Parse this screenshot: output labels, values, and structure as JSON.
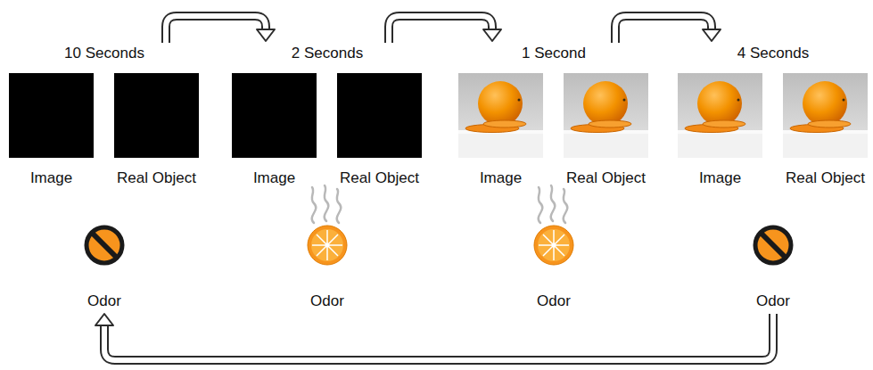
{
  "diagram": {
    "nodes": [
      {
        "text": [
          "10 Seconds"
        ]
      },
      {
        "text": [
          "Image"
        ],
        "in": 0
      },
      {
        "text": [
          "Real Object"
        ],
        "in": 0
      },
      {
        "text": [
          "Odor"
        ],
        "in": 0
      },
      {
        "text": [
          "2 Seconds"
        ]
      },
      {
        "text": [
          "Image"
        ],
        "in": 4
      },
      {
        "text": [
          "Real Object"
        ],
        "in": 4
      },
      {
        "text": [
          "Odor"
        ],
        "in": 4
      },
      {
        "text": [
          "1 Second"
        ]
      },
      {
        "text": [
          "Image"
        ],
        "in": 8
      },
      {
        "text": [
          "Real Object"
        ],
        "in": 8
      },
      {
        "text": [
          "Odor"
        ],
        "in": 8
      },
      {
        "text": [
          "4 Seconds"
        ]
      },
      {
        "text": [
          "Image"
        ],
        "in": 12
      },
      {
        "text": [
          "Real Object"
        ],
        "in": 12
      },
      {
        "text": [
          "Odor"
        ],
        "in": 12
      }
    ],
    "edges": [
      {
        "from": 0,
        "to": 4,
        "arrow": "to"
      },
      {
        "from": 4,
        "to": 8,
        "arrow": "to"
      },
      {
        "from": 8,
        "to": 12,
        "arrow": "to"
      },
      {
        "from": 12,
        "to": 0,
        "arrow": "to"
      }
    ]
  }
}
